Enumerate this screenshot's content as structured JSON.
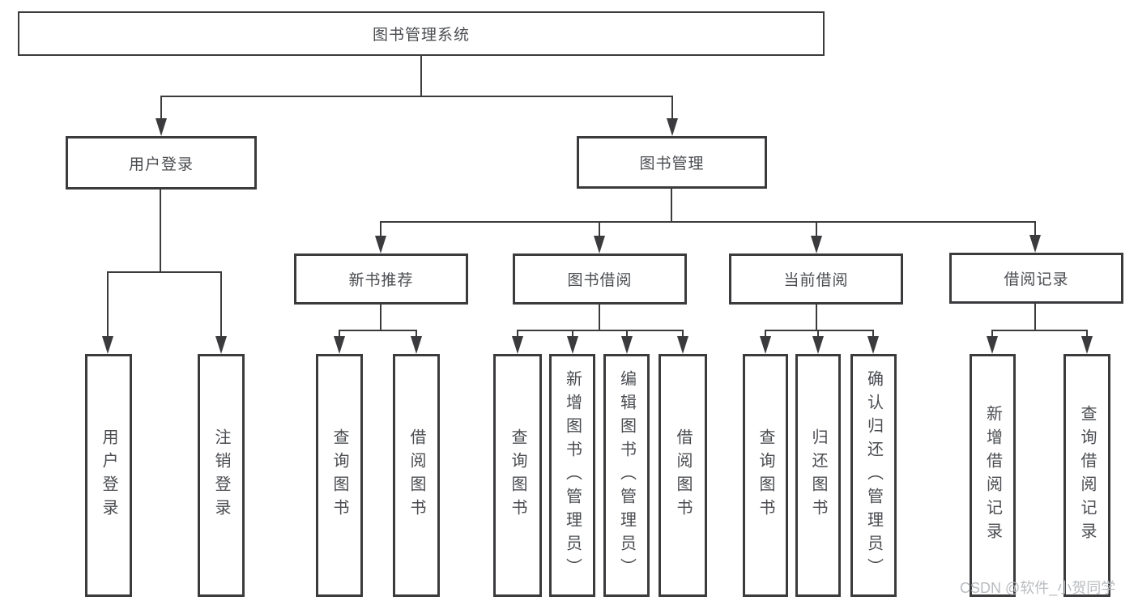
{
  "tree": {
    "root": {
      "label": "图书管理系统"
    },
    "user_branch": {
      "label": "用户登录",
      "children": [
        {
          "label": "用户登录"
        },
        {
          "label": "注销登录"
        }
      ]
    },
    "book_branch": {
      "label": "图书管理",
      "sections": [
        {
          "label": "新书推荐",
          "children": [
            {
              "label": "查询图书"
            },
            {
              "label": "借阅图书"
            }
          ]
        },
        {
          "label": "图书借阅",
          "children": [
            {
              "label": "查询图书"
            },
            {
              "label": "新增图书（管理员）"
            },
            {
              "label": "编辑图书（管理员）"
            },
            {
              "label": "借阅图书"
            }
          ]
        },
        {
          "label": "当前借阅",
          "children": [
            {
              "label": "查询图书"
            },
            {
              "label": "归还图书"
            },
            {
              "label": "确认归还（管理员）"
            }
          ]
        },
        {
          "label": "借阅记录",
          "children": [
            {
              "label": "新增借阅记录"
            },
            {
              "label": "查询借阅记录"
            }
          ]
        }
      ]
    }
  },
  "watermark": {
    "text": "CSDN @软件_小贺同学"
  },
  "colors": {
    "line": "#3b3b3d",
    "box_border": "#3b3b3d",
    "text": "#4a4c50",
    "background": "#ffffff",
    "watermark": "#b9bcc0"
  }
}
